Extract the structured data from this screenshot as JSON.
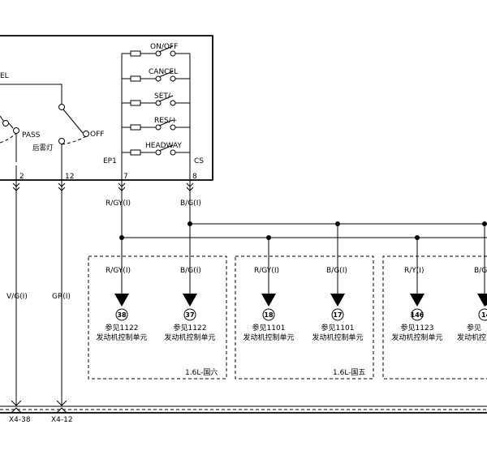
{
  "switch_labels": [
    "ON/OFF",
    "CANCEL",
    "SET/-",
    "RES/+",
    "HEADWAY"
  ],
  "left_switch": {
    "label_fragment": "EL",
    "pass": "PASS",
    "off": "OFF",
    "rear_fog": "后雾灯"
  },
  "pins": {
    "ep1_name": "EP1",
    "cs_name": "CS",
    "p2": "2",
    "p12": "12",
    "p7": "7",
    "p8": "8"
  },
  "wires": {
    "vg": "V/G(I)",
    "gr": "GR(I)",
    "rgy": "R/GY(I)",
    "bg": "B/G(I)",
    "ry": "R/Y(I)",
    "bg_partial": "B/G"
  },
  "groups": [
    {
      "tag": "1.6L-国六",
      "connectors": [
        {
          "wire": "R/GY(I)",
          "pin": "38",
          "ref": "参见1122",
          "unit": "发动机控制单元"
        },
        {
          "wire": "B/G(I)",
          "pin": "37",
          "ref": "参见1122",
          "unit": "发动机控制单元"
        }
      ]
    },
    {
      "tag": "1.6L-国五",
      "connectors": [
        {
          "wire": "R/GY(I)",
          "pin": "18",
          "ref": "参见1101",
          "unit": "发动机控制单元"
        },
        {
          "wire": "B/G(I)",
          "pin": "17",
          "ref": "参见1101",
          "unit": "发动机控制单元"
        }
      ]
    },
    {
      "tag": "",
      "connectors": [
        {
          "wire": "R/Y(I)",
          "pin": "146",
          "ref": "参见1123",
          "unit": "发动机控制单元"
        },
        {
          "wire": "B/G",
          "pin": "14",
          "ref": "参见",
          "unit": "发动机控"
        }
      ]
    }
  ],
  "ground_points": [
    "X4-38",
    "X4-12"
  ]
}
